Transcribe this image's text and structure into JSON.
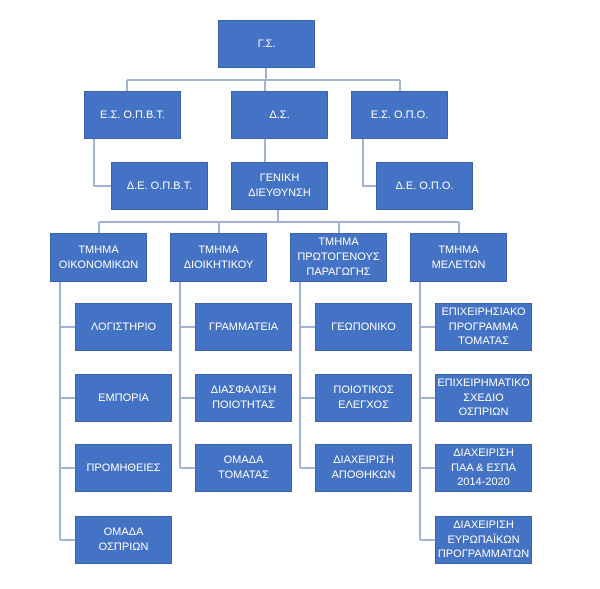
{
  "nodes": {
    "gs": "Γ.Σ.",
    "es_opbt": "Ε.Σ. Ο.Π.Β.Τ.",
    "ds": "Δ.Σ.",
    "es_opo": "Ε.Σ. Ο.Π.Ο.",
    "de_opbt": "Δ.Ε. Ο.Π.Β.Τ.",
    "geniki": "ΓΕΝΙΚΗ ΔΙΕΥΘΥΝΣΗ",
    "de_opo": "Δ.Ε. Ο.Π.Ο.",
    "tm_oikonomikon": "ΤΜΗΜΑ\nΟΙΚΟΝΟΜΙΚΩΝ",
    "tm_dioikitikou": "ΤΜΗΜΑ\nΔΙΟΙΚΗΤΙΚΟΥ",
    "tm_protogenous": "ΤΜΗΜΑ\nΠΡΩΤΟΓΕΝΟΥΣ\nΠΑΡΑΓΩΓΗΣ",
    "tm_meleton": "ΤΜΗΜΑ\nΜΕΛΕΤΩΝ",
    "logistirio": "ΛΟΓΙΣΤΗΡΙΟ",
    "emporia": "ΕΜΠΟΡΙΑ",
    "promitheies": "ΠΡΟΜΗΘΕΙΕΣ",
    "omada_osprion": "ΟΜΑΔΑ\nΟΣΠΡΙΩΝ",
    "grammateia": "ΓΡΑΜΜΑΤΕΙΑ",
    "diasfalisi": "ΔΙΑΣΦΑΛΙΣΗ\nΠΟΙΟΤΗΤΑΣ",
    "omada_tomatas": "ΟΜΑΔΑ\nΤΟΜΑΤΑΣ",
    "geoponiko": "ΓΕΩΠΟΝΙΚΟ",
    "poiotikos": "ΠΟΙΟΤΙΚΟΣ\nΕΛΕΓΧΟΣ",
    "diax_apothikon": "ΔΙΑΧΕΙΡΙΣΗ\nΑΠΟΘΗΚΩΝ",
    "epix_tomatas": "ΕΠΙΧΕΙΡΗΣΙΑΚΟ\nΠΡΟΓΡΑΜΜΑ\nΤΟΜΑΤΑΣ",
    "epix_osprion": "ΕΠΙΧΕΙΡΗΜΑΤΙΚΟ\nΣΧΕΔΙΟ\nΟΣΠΡΙΩΝ",
    "diax_paa": "ΔΙΑΧΕΙΡΙΣΗ\nΠΑΑ & ΕΣΠΑ\n2014-2020",
    "diax_evropaikon": "ΔΙΑΧΕΙΡΙΣΗ\nΕΥΡΩΠΑΪΚΩΝ\nΠΡΟΓΡΑΜΜΑΤΩΝ"
  }
}
